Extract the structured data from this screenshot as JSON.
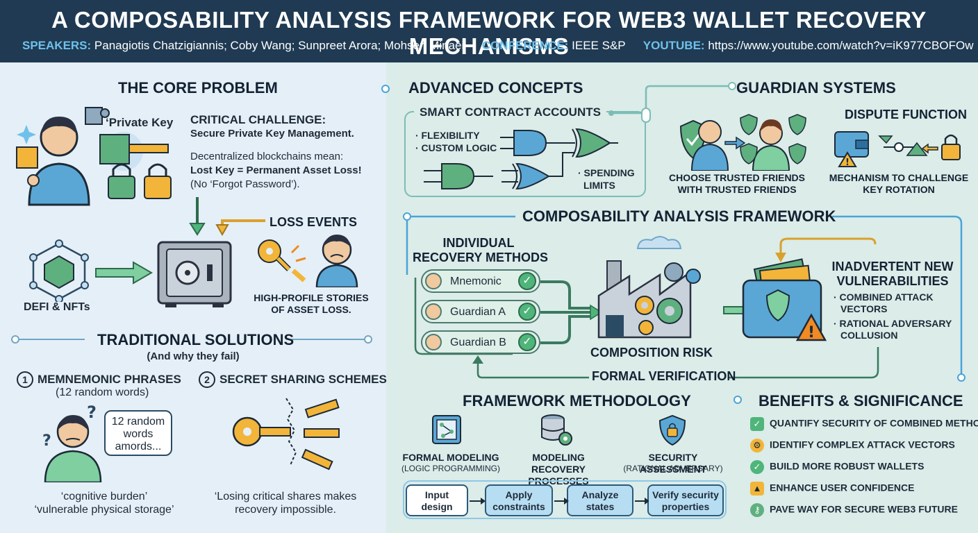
{
  "header": {
    "title": "A COMPOSABILITY ANALYSIS FRAMEWORK FOR WEB3 WALLET RECOVERY MECHANISMS",
    "speakers_label": "SPEAKERS:",
    "speakers": "Panagiotis Chatzigiannis; Coby Wang; Sunpreet Arora; Mohsen Minaei",
    "conference_label": "CONFERENCE:",
    "conference": "IEEE S&P",
    "youtube_label": "YOUTUBE:",
    "youtube": "https://www.youtube.com/watch?v=iK977CBOFOw"
  },
  "core_problem": {
    "heading": "THE CORE PROBLEM",
    "private_key_label": "‘Private Key",
    "challenge_title": "CRITICAL CHALLENGE:",
    "challenge_sub": "Secure Private Key Management.",
    "desc_line1": "Decentralized blockchains mean:",
    "desc_line2": "Lost Key = Permanent Asset Loss!",
    "desc_line3": "(No ‘Forgot Password’).",
    "loss_events": "LOSS EVENTS",
    "defi": "DEFI & NFTs",
    "stories_line1": "HIGH-PROFILE STORIES",
    "stories_line2": "OF ASSET LOSS."
  },
  "traditional": {
    "heading": "TRADITIONAL SOLUTIONS",
    "sub": "(And why they fail)",
    "item1_num": "1",
    "item1_title": "MEMNEMONIC PHRASES",
    "item1_sub": "(12 random words)",
    "bubble_line1": "12 random",
    "bubble_line2": "words",
    "bubble_line3": "amords...",
    "item1_caption1": "‘cognitive burden’",
    "item1_caption2": "‘vulnerable physical storage’",
    "item2_num": "2",
    "item2_title": "SECRET SHARING SCHEMES",
    "item2_caption1": "‘Losing critical shares makes",
    "item2_caption2": "recovery impossible."
  },
  "advanced": {
    "heading": "ADVANCED CONCEPTS",
    "sca_title": "SMART CONTRACT ACCOUNTS",
    "bullet1": "· FLEXIBILITY",
    "bullet2": "· CUSTOM LOGIC",
    "bullet3": "· SPENDING",
    "bullet3b": "LIMITS"
  },
  "guardian": {
    "heading": "GUARDIAN SYSTEMS",
    "choose_line1": "CHOOSE TRUSTED FRIENDS",
    "choose_line2": "WITH TRUSTED FRIENDS",
    "dispute_title": "DISPUTE FUNCTION",
    "dispute_line1": "MECHANISM TO CHALLENGE",
    "dispute_line2": "KEY ROTATION"
  },
  "framework": {
    "heading": "COMPOSABILITY ANALYSIS FRAMEWORK",
    "individual_line1": "INDIVIDUAL",
    "individual_line2": "RECOVERY METHODS",
    "methods": [
      "Mnemonic",
      "Guardian A",
      "Guardian B"
    ],
    "composition_risk": "COMPOSITION RISK",
    "vuln_line1": "INADVERTENT NEW",
    "vuln_line2": "VULNERABILITIES",
    "vuln_b1a": "· COMBINED ATTACK",
    "vuln_b1b": "VECTORS",
    "vuln_b2a": "· RATIONAL ADVERSARY",
    "vuln_b2b": "COLLUSION",
    "formal_verification": "FORMAL VERIFICATION"
  },
  "methodology": {
    "heading": "FRAMEWORK METHODOLOGY",
    "col1_title": "FORMAL MODELING",
    "col1_sub": "(LOGIC PROGRAMMING)",
    "col2_title_line1": "MODELING RECOVERY",
    "col2_title_line2": "PROCESSES",
    "col3_title": "SECURITY ASSESSMENT",
    "col3_sub": "(RATIONAL ADVERSARY)",
    "steps": [
      {
        "line1": "Input",
        "line2": "design"
      },
      {
        "line1": "Apply",
        "line2": "constraints"
      },
      {
        "line1": "Analyze",
        "line2": "states"
      },
      {
        "line1": "Verify security",
        "line2": "properties"
      }
    ]
  },
  "benefits": {
    "heading": "BENEFITS & SIGNIFICANCE",
    "items": [
      {
        "label": "QUANTIFY SECURITY OF COMBINED METHODS",
        "icon": "shield-check-icon"
      },
      {
        "label": "IDENTIFY COMPLEX ATTACK VECTORS",
        "icon": "gear-icon"
      },
      {
        "label": "BUILD MORE ROBUST WALLETS",
        "icon": "check-icon"
      },
      {
        "label": "ENHANCE USER CONFIDENCE",
        "icon": "thumbs-up-icon"
      },
      {
        "label": "PAVE WAY FOR SECURE WEB3 FUTURE",
        "icon": "key-icon"
      }
    ]
  },
  "colors": {
    "header_bg": "#1f3a52",
    "accent_blue": "#6fc1ea",
    "green": "#4fb57a",
    "gold": "#f2b53a",
    "warning": "#f08a24"
  }
}
